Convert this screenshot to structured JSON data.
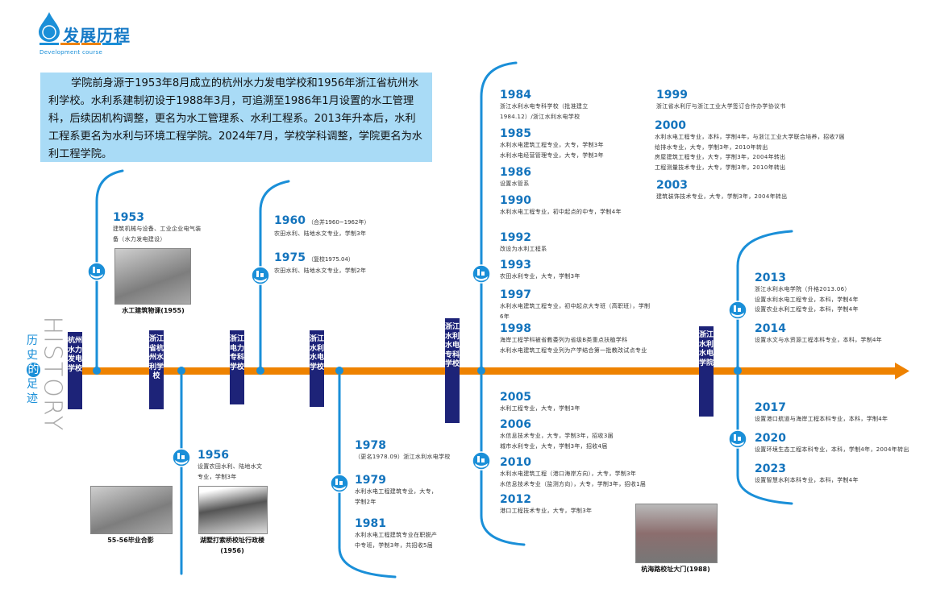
{
  "header": {
    "title": "发展历程",
    "subtitle": "Development course"
  },
  "intro": "学院前身源于1953年8月成立的杭州水力发电学校和1956年浙江省杭州水利学校。水利系建制初设于1988年3月，可追溯至1986年1月设置的水工管理科，后续因机构调整，更名为水工管理系、水利工程系。2013年升本后，水利工程系更名为水利与环境工程学院。2024年7月，学校学科调整，学院更名为水利工程学院。",
  "side": {
    "history_en": "HISTORY",
    "history_cn": [
      "历",
      "史",
      "的",
      "足",
      "迹"
    ]
  },
  "schools": [
    "杭州水力发电学校",
    "浙江省杭州水利学校",
    "浙江电力专科学校",
    "浙江水利水电学校",
    "浙江水利水电专科学校",
    "浙江水利水电学院"
  ],
  "entries": [
    {
      "year": "1953",
      "lines": [
        "建筑机械与设备、工业企业电气装",
        "备（水力发电建设）"
      ]
    },
    {
      "year": "1960",
      "note": "（合并1960~1962年）",
      "lines": [
        "农田水利、陆地水文专业，学制3年"
      ]
    },
    {
      "year": "1975",
      "note": "（复校1975.04）",
      "lines": [
        "农田水利、陆地水文专业，学制2年"
      ]
    },
    {
      "year": "1956",
      "lines": [
        "设置农田水利、陆地水文",
        "专业，学制3年"
      ]
    },
    {
      "year": "1978",
      "lines": [
        "（更名1978.09）浙江水利水电学校"
      ]
    },
    {
      "year": "1979",
      "lines": [
        "水利水电工程建筑专业，大专，",
        "学制2年"
      ]
    },
    {
      "year": "1981",
      "lines": [
        "水利水电工程建筑专业在职脱产",
        "中专班，学制3年，共招收5届"
      ]
    },
    {
      "year": "1984",
      "lines": [
        "浙江水利水电专科学校（批准建立",
        "1984.12）/浙江水利水电学校"
      ]
    },
    {
      "year": "1985",
      "lines": [
        "水利水电建筑工程专业，大专，学制3年",
        "水利水电经营管理专业，大专，学制3年"
      ]
    },
    {
      "year": "1986",
      "lines": [
        "设置水管系"
      ]
    },
    {
      "year": "1990",
      "lines": [
        "水利水电工程专业，初中起点的中专，学制4年"
      ]
    },
    {
      "year": "1992",
      "lines": [
        "改设为水利工程系"
      ]
    },
    {
      "year": "1993",
      "lines": [
        "农田水利专业，大专，学制3年"
      ]
    },
    {
      "year": "1997",
      "lines": [
        "水利水电建筑工程专业，初中起点大专班（高职班），学制",
        "6年"
      ]
    },
    {
      "year": "1998",
      "lines": [
        "海岸工程学科被省教委列为省级B类重点扶植学科",
        "水利水电建筑工程专业列为产学结合第一批教改试点专业"
      ]
    },
    {
      "year": "1999",
      "lines": [
        "浙江省水利厅与浙江工业大学签订合作办学协议书"
      ]
    },
    {
      "year": "2000",
      "lines": [
        "水利水电工程专业，本科，学制4年，与浙江工业大学联合培养，招收7届",
        "给排水专业，大专，学制3年，2010年转出",
        "房屋建筑工程专业，大专，学制3年，2004年转出",
        "工程测量技术专业，大专，学制3年，2010年转出"
      ]
    },
    {
      "year": "2003",
      "lines": [
        "建筑装饰技术专业，大专，学制3年，2004年转出"
      ]
    },
    {
      "year": "2005",
      "lines": [
        "水利工程专业，大专，学制3年"
      ]
    },
    {
      "year": "2006",
      "lines": [
        "水信息技术专业，大专，学制3年，招收3届",
        "城市水利专业，大专，学制3年，招收4届"
      ]
    },
    {
      "year": "2010",
      "lines": [
        "水利水电建筑工程（港口海岸方向），大专，学制3年",
        "水信息技术专业（监测方向），大专，学制3年，招收1届"
      ]
    },
    {
      "year": "2012",
      "lines": [
        "港口工程技术专业，大专，学制3年"
      ]
    },
    {
      "year": "2013",
      "lines": [
        "浙江水利水电学院（升格2013.06）",
        "设置水利水电工程专业，本科，学制4年",
        "设置农业水利工程专业，本科，学制4年"
      ]
    },
    {
      "year": "2014",
      "lines": [
        "设置水文与水资源工程本科专业，本科，学制4年"
      ]
    },
    {
      "year": "2017",
      "lines": [
        "设置港口航道与海岸工程本科专业，本科，学制4年"
      ]
    },
    {
      "year": "2020",
      "lines": [
        "设置环境生态工程本科专业，本科，学制4年，2004年转出"
      ]
    },
    {
      "year": "2023",
      "lines": [
        "设置智慧水利本科专业，本科，学制4年"
      ]
    }
  ],
  "photos": [
    {
      "caption": "水工建筑物课(1955)"
    },
    {
      "caption": "55-56毕业合影"
    },
    {
      "caption": "湖墅打索桥校址行政楼",
      "caption2": "(1956)"
    },
    {
      "caption": "杭海路校址大门(1988)"
    }
  ],
  "colors": {
    "accent": "#1a8fd8",
    "timeline": "#ee8200",
    "school": "#1d2378",
    "intro_bg": "#a9dbf6"
  }
}
